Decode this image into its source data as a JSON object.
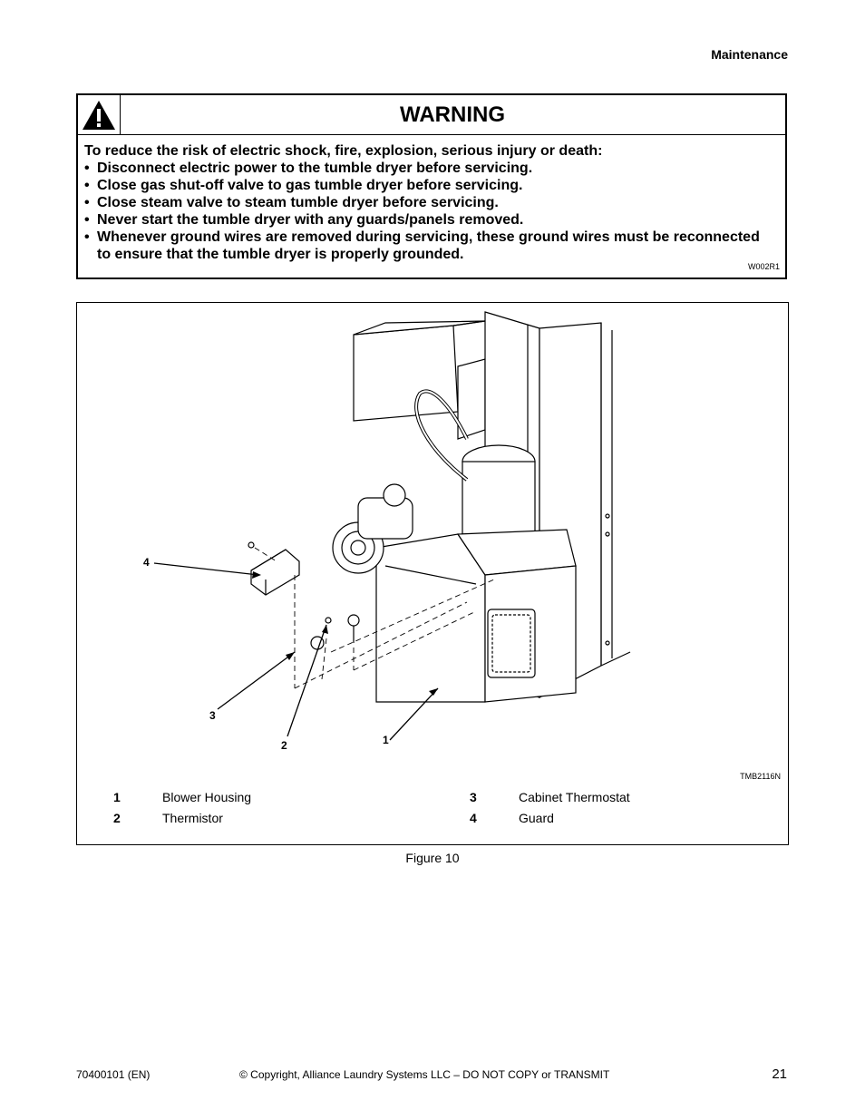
{
  "header": {
    "section": "Maintenance"
  },
  "warning": {
    "title": "WARNING",
    "lead": "To reduce the risk of electric shock, fire, explosion, serious injury or death:",
    "items": [
      "Disconnect electric power to the tumble dryer before servicing.",
      "Close gas shut-off valve to gas tumble dryer before servicing.",
      "Close steam valve to steam tumble dryer before servicing.",
      "Never start the tumble dryer with any guards/panels removed.",
      "Whenever ground wires are removed during servicing, these ground wires must be reconnected to ensure that the tumble dryer is properly grounded."
    ],
    "bullet": "•",
    "code": "W002R1"
  },
  "figure": {
    "code": "TMB2116N",
    "callouts": [
      "4",
      "3",
      "2",
      "1"
    ],
    "legend": [
      {
        "num": "1",
        "label": "Blower Housing"
      },
      {
        "num": "2",
        "label": "Thermistor"
      },
      {
        "num": "3",
        "label": "Cabinet Thermostat"
      },
      {
        "num": "4",
        "label": "Guard"
      }
    ],
    "caption": "Figure 10"
  },
  "footer": {
    "doc_number": "70400101 (EN)",
    "copyright": "© Copyright, Alliance Laundry Systems LLC – DO NOT COPY or TRANSMIT",
    "page": "21"
  }
}
